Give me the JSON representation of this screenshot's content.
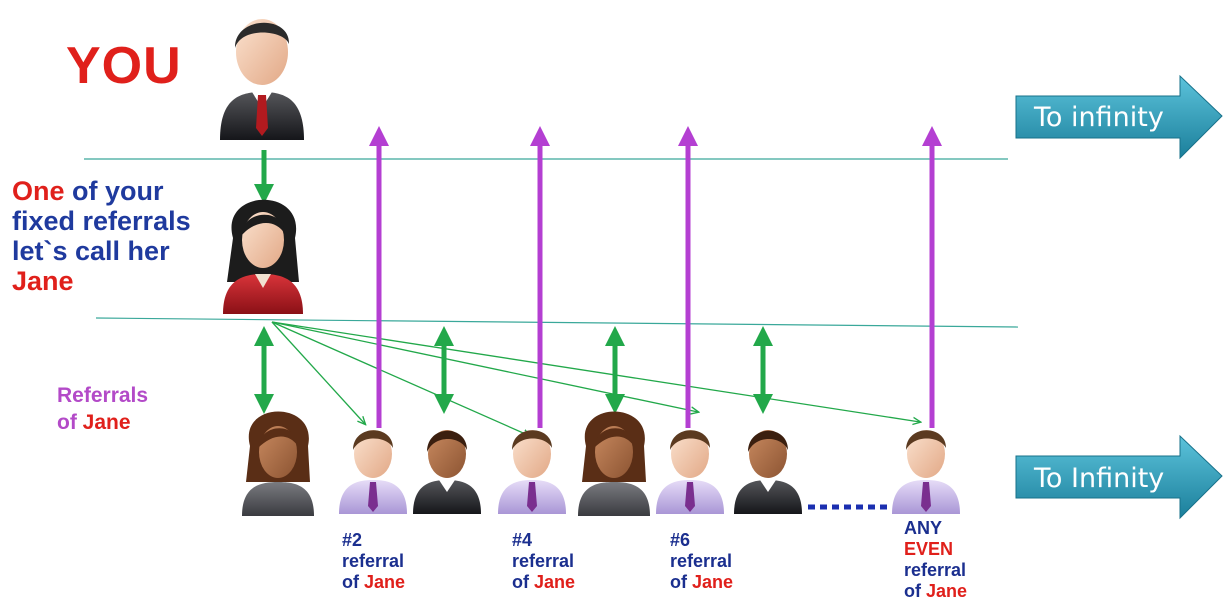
{
  "you": {
    "label": "YOU"
  },
  "jane": {
    "line1_red": "One",
    "line1_blue": " of your",
    "line2": "fixed referrals",
    "line3": "let`s call her",
    "line4_red": "Jane"
  },
  "referrals": {
    "line1": "Referrals",
    "line2_purple": "of ",
    "line2_red": "Jane"
  },
  "banners": {
    "top": "To infinity",
    "bottom": "To Infinity"
  },
  "captions": {
    "ref2": {
      "num": "#2",
      "word": "referral",
      "of": "of ",
      "name": "Jane"
    },
    "ref4": {
      "num": "#4",
      "word": "referral",
      "of": "of ",
      "name": "Jane"
    },
    "ref6": {
      "num": "#6",
      "word": "referral",
      "of": "of ",
      "name": "Jane"
    },
    "any_even": {
      "any": "ANY",
      "even": "EVEN",
      "word": "referral",
      "of": "of ",
      "name": "Jane"
    }
  },
  "colors": {
    "green_arrow": "#22a84a",
    "purple_arrow": "#b43fd2",
    "line": "#3aa89a",
    "banner": "#2596b3",
    "dots": "#1b2fb0"
  },
  "icons": {
    "you": "businessman-icon",
    "jane": "businesswoman-icon",
    "referral_even": "person-lavender-shirt-icon",
    "referral_odd_man": "businessman-dark-icon",
    "referral_odd_woman": "businesswoman-dark-icon"
  }
}
